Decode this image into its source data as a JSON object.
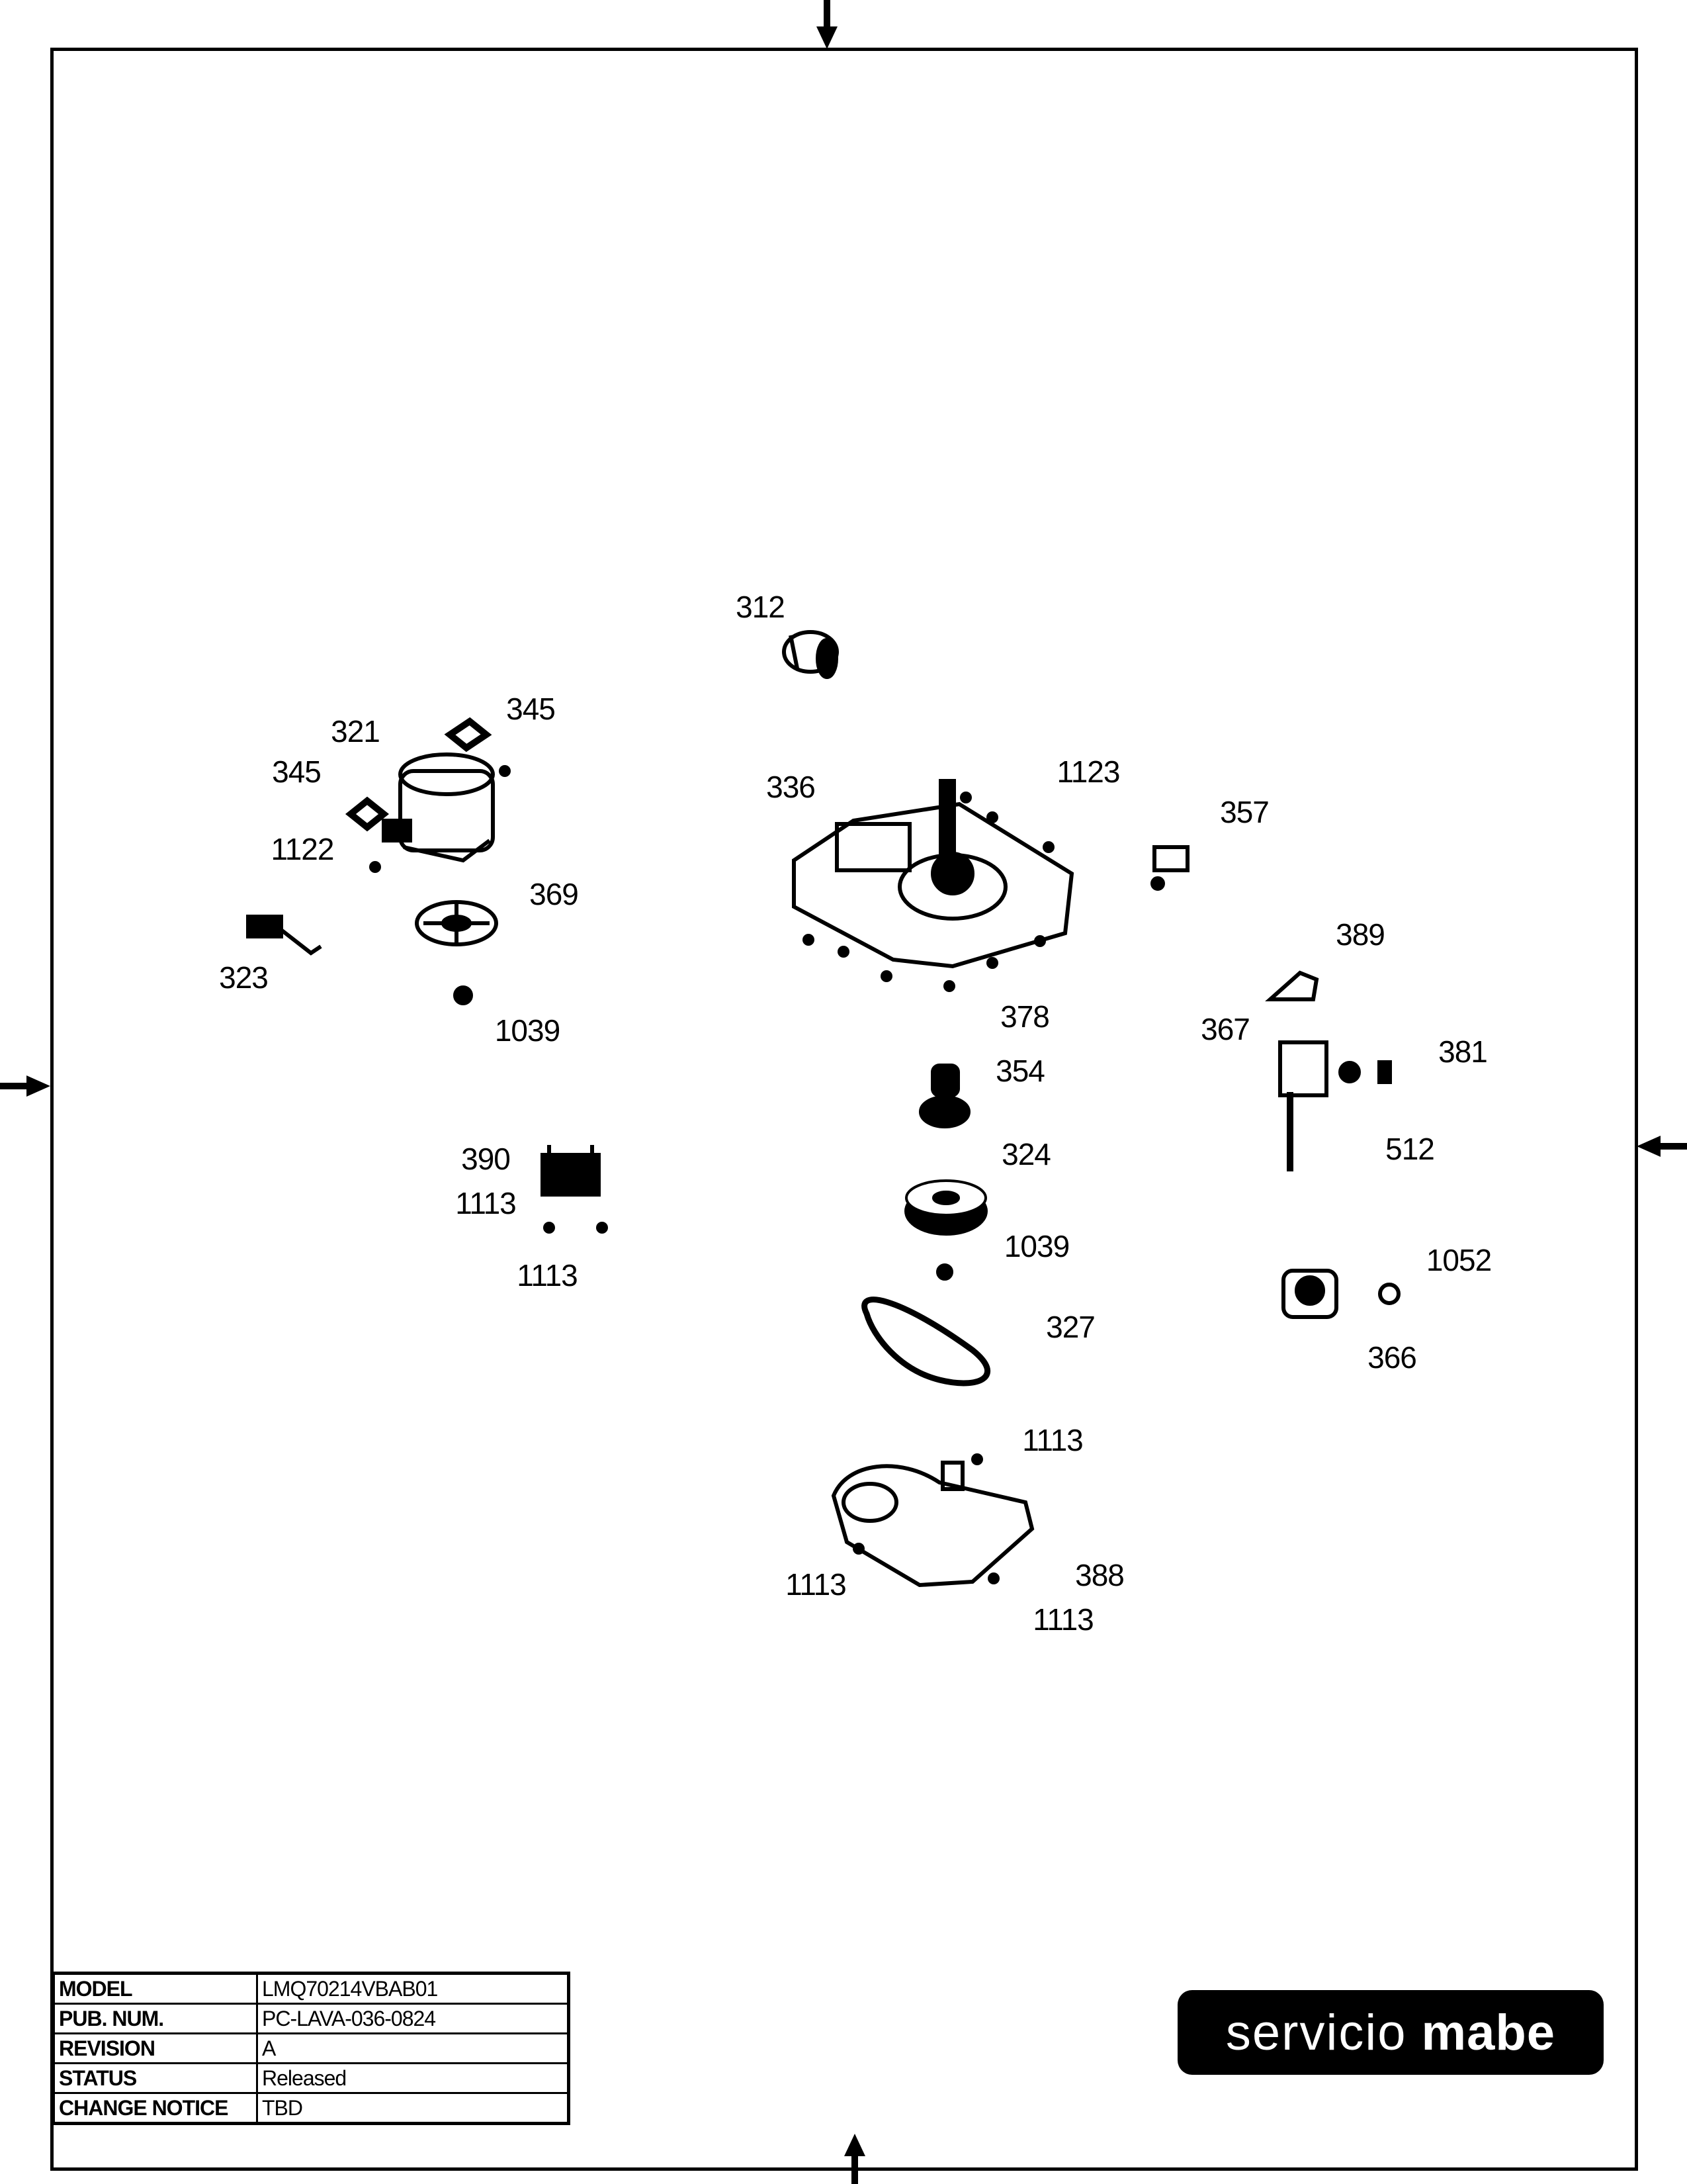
{
  "labels": [
    "312",
    "345",
    "321",
    "345",
    "1122",
    "369",
    "323",
    "1039",
    "336",
    "1123",
    "357",
    "389",
    "367",
    "381",
    "512",
    "378",
    "354",
    "324",
    "1039",
    "327",
    "390",
    "1113",
    "1113",
    "1052",
    "366",
    "1113",
    "388",
    "1113",
    "1113"
  ],
  "title_block": {
    "rows": [
      {
        "key": "MODEL",
        "value": "LMQ70214VBAB01"
      },
      {
        "key": "PUB. NUM.",
        "value": "PC-LAVA-036-0824"
      },
      {
        "key": "REVISION",
        "value": "A"
      },
      {
        "key": "STATUS",
        "value": "Released"
      },
      {
        "key": "CHANGE NOTICE",
        "value": "TBD"
      }
    ]
  },
  "logo": {
    "word1": "servicio",
    "word2": "mabe"
  }
}
